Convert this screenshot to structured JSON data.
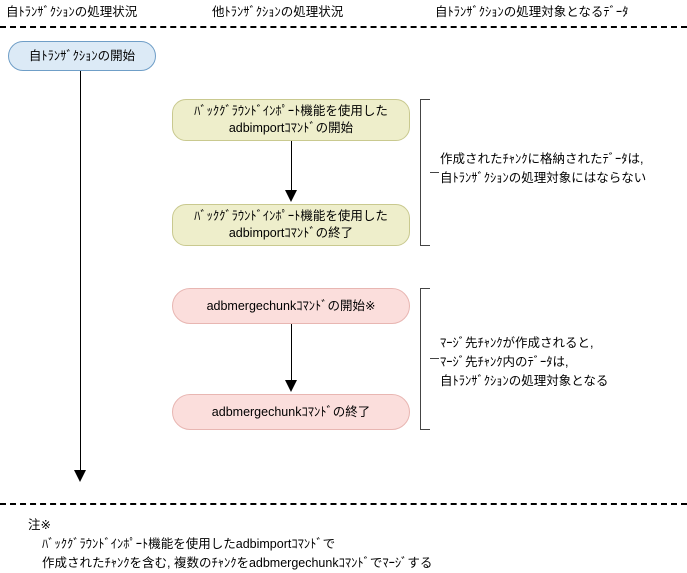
{
  "diagram": {
    "columns": [
      {
        "id": "own-transaction-status",
        "label": "自ﾄﾗﾝｻﾞｸｼｮﾝの処理状況"
      },
      {
        "id": "other-transaction-status",
        "label": "他ﾄﾗﾝｻﾞｸｼｮﾝの処理状況"
      },
      {
        "id": "own-transaction-target",
        "label": "自ﾄﾗﾝｻﾞｸｼｮﾝの処理対象となるﾃﾞｰﾀ"
      }
    ],
    "nodes": [
      {
        "id": "tx-start",
        "label": "自ﾄﾗﾝｻﾞｸｼｮﾝの開始",
        "color": "#dceaf6",
        "border": "#6f9ec7"
      },
      {
        "id": "import-start",
        "label": "ﾊﾞｯｸｸﾞﾗｳﾝﾄﾞｲﾝﾎﾟｰﾄ機能を使用した\nadbimportｺﾏﾝﾄﾞの開始",
        "color": "#eeeecb",
        "border": "#c9c98f"
      },
      {
        "id": "import-end",
        "label": "ﾊﾞｯｸｸﾞﾗｳﾝﾄﾞｲﾝﾎﾟｰﾄ機能を使用した\nadbimportｺﾏﾝﾄﾞの終了",
        "color": "#eeeecb",
        "border": "#c9c98f"
      },
      {
        "id": "merge-start",
        "label": "adbmergechunkｺﾏﾝﾄﾞの開始※",
        "color": "#fbdedc",
        "border": "#e8b6b2"
      },
      {
        "id": "merge-end",
        "label": "adbmergechunkｺﾏﾝﾄﾞの終了",
        "color": "#fbdedc",
        "border": "#e8b6b2"
      }
    ],
    "annotations": [
      {
        "id": "import-note",
        "text": "作成されたﾁｬﾝｸに格納されたﾃﾞｰﾀは,\n自ﾄﾗﾝｻﾞｸｼｮﾝの処理対象にはならない"
      },
      {
        "id": "merge-note",
        "text": "ﾏｰｼﾞ先ﾁｬﾝｸが作成されると,\nﾏｰｼﾞ先ﾁｬﾝｸ内のﾃﾞｰﾀは,\n自ﾄﾗﾝｻﾞｸｼｮﾝの処理対象となる"
      }
    ],
    "footnote": {
      "marker": "注※",
      "body": "ﾊﾞｯｸｸﾞﾗｳﾝﾄﾞｲﾝﾎﾟｰﾄ機能を使用したadbimportｺﾏﾝﾄﾞで\n作成されたﾁｬﾝｸを含む, 複数のﾁｬﾝｸをadbmergechunkｺﾏﾝﾄﾞでﾏｰｼﾞする"
    }
  }
}
